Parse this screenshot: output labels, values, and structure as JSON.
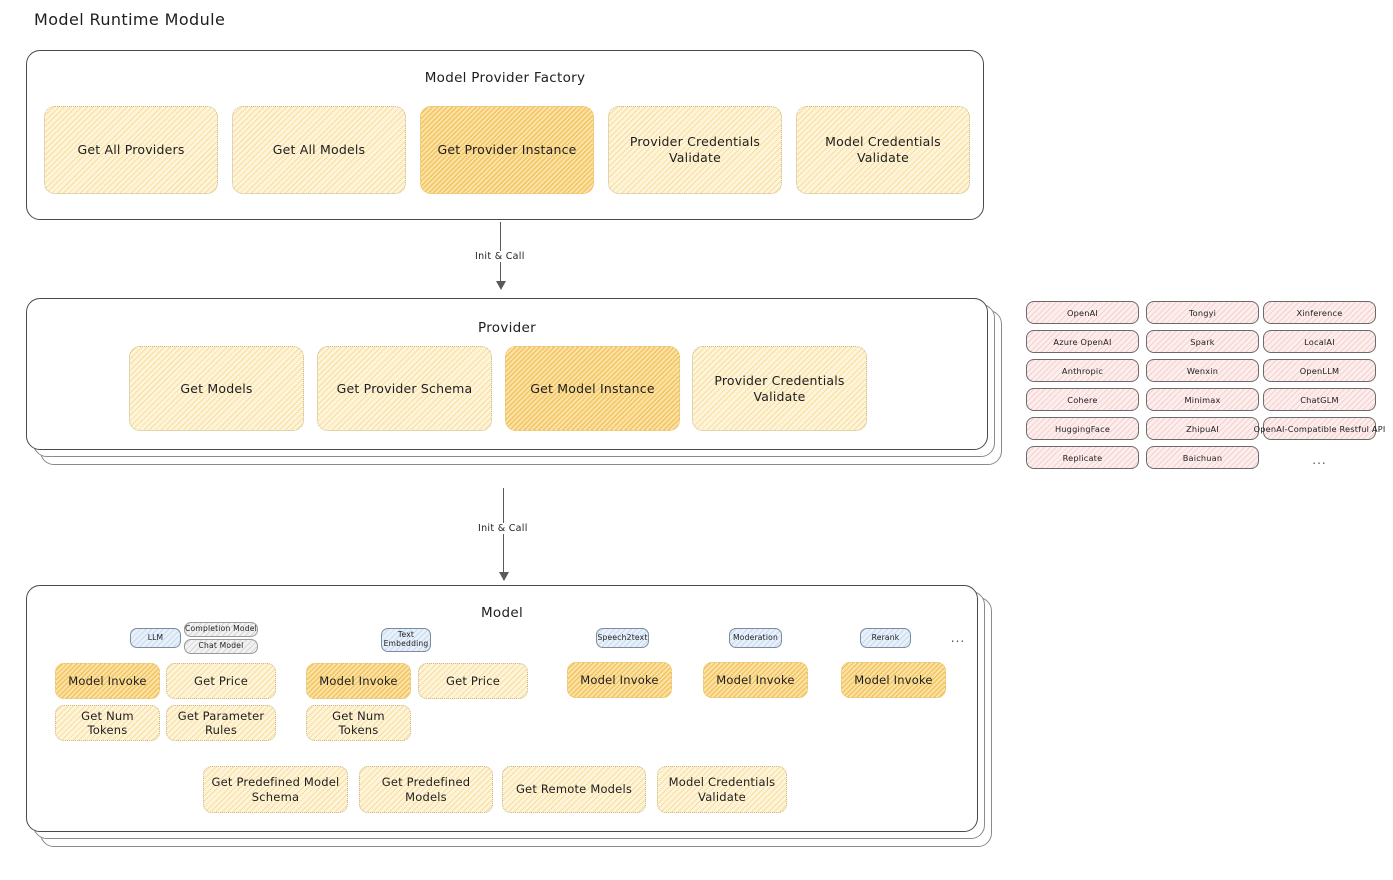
{
  "page": {
    "title": "Model Runtime Module"
  },
  "factory": {
    "title": "Model Provider Factory",
    "ops": [
      {
        "label": "Get All Providers",
        "highlight": false
      },
      {
        "label": "Get All Models",
        "highlight": false
      },
      {
        "label": "Get Provider Instance",
        "highlight": true
      },
      {
        "label": "Provider Credentials Validate",
        "highlight": false
      },
      {
        "label": "Model Credentials Validate",
        "highlight": false
      }
    ]
  },
  "arrows": [
    {
      "label": "Init & Call"
    },
    {
      "label": "Init & Call"
    }
  ],
  "provider": {
    "title": "Provider",
    "ops": [
      {
        "label": "Get Models",
        "highlight": false
      },
      {
        "label": "Get Provider Schema",
        "highlight": false
      },
      {
        "label": "Get Model Instance",
        "highlight": true
      },
      {
        "label": "Provider Credentials Validate",
        "highlight": false
      }
    ]
  },
  "provider_list": {
    "columns": [
      {
        "items": [
          "OpenAI",
          "Azure OpenAI",
          "Anthropic",
          "Cohere",
          "HuggingFace",
          "Replicate"
        ]
      },
      {
        "items": [
          "Tongyi",
          "Spark",
          "Wenxin",
          "Minimax",
          "ZhipuAI",
          "Baichuan"
        ]
      },
      {
        "items": [
          "Xinference",
          "LocalAI",
          "OpenLLM",
          "ChatGLM",
          "OpenAI-Compatible Restful API"
        ]
      }
    ],
    "more": "..."
  },
  "model": {
    "title": "Model",
    "more": "...",
    "types": [
      {
        "name": "LLM",
        "sub_types": [
          "Completion Model",
          "Chat Model"
        ],
        "ops": [
          {
            "label": "Model Invoke",
            "highlight": true
          },
          {
            "label": "Get Price",
            "highlight": false
          },
          {
            "label": "Get Num Tokens",
            "highlight": false
          },
          {
            "label": "Get Parameter Rules",
            "highlight": false
          }
        ]
      },
      {
        "name": "Text Embedding",
        "sub_types": [],
        "ops": [
          {
            "label": "Model Invoke",
            "highlight": true
          },
          {
            "label": "Get Price",
            "highlight": false
          },
          {
            "label": "Get Num Tokens",
            "highlight": false
          }
        ]
      },
      {
        "name": "Speech2text",
        "sub_types": [],
        "ops": [
          {
            "label": "Model Invoke",
            "highlight": true
          }
        ]
      },
      {
        "name": "Moderation",
        "sub_types": [],
        "ops": [
          {
            "label": "Model Invoke",
            "highlight": true
          }
        ]
      },
      {
        "name": "Rerank",
        "sub_types": [],
        "ops": [
          {
            "label": "Model Invoke",
            "highlight": true
          }
        ]
      }
    ],
    "shared_ops": [
      {
        "label": "Get Predefined Model Schema"
      },
      {
        "label": "Get Predefined Models"
      },
      {
        "label": "Get Remote Models"
      },
      {
        "label": "Model Credentials Validate"
      }
    ]
  },
  "colors": {
    "fill_light": "#fdf4da",
    "fill_highlight": "#fbe3a7",
    "chip_pink": "#fdeeee",
    "chip_blue": "#e8f0fa",
    "stroke": "#4a4a4a"
  }
}
